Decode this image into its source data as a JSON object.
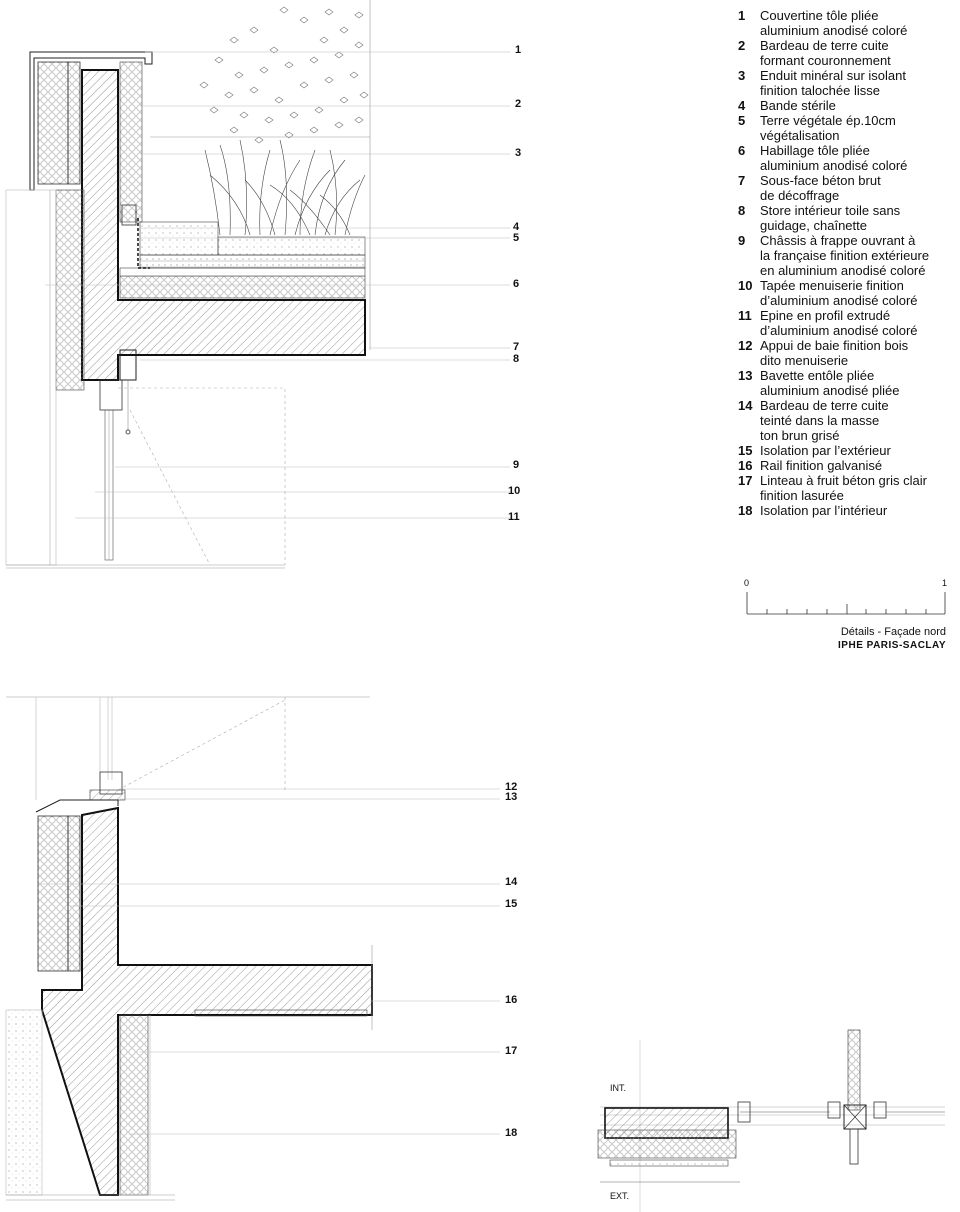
{
  "legend": [
    {
      "num": "1",
      "text": "Couvertine tôle pliée\naluminium anodisé coloré"
    },
    {
      "num": "2",
      "text": "Bardeau de terre cuite\nformant couronnement"
    },
    {
      "num": "3",
      "text": "Enduit minéral sur isolant\nfinition talochée lisse"
    },
    {
      "num": "4",
      "text": "Bande stérile"
    },
    {
      "num": "5",
      "text": "Terre végétale ép.10cm\nvégétalisation"
    },
    {
      "num": "6",
      "text": "Habillage tôle pliée\naluminium anodisé coloré"
    },
    {
      "num": "7",
      "text": "Sous-face béton brut\nde décoffrage"
    },
    {
      "num": "8",
      "text": "Store intérieur toile sans\nguidage, chaînette"
    },
    {
      "num": "9",
      "text": "Châssis à frappe ouvrant à\nla française finition extérieure\nen aluminium anodisé coloré"
    },
    {
      "num": "10",
      "text": "Tapée menuiserie finition\nd’aluminium anodisé coloré"
    },
    {
      "num": "11",
      "text": "Epine en profil extrudé\nd’aluminium anodisé coloré"
    },
    {
      "num": "12",
      "text": "Appui de baie finition bois\ndito menuiserie"
    },
    {
      "num": "13",
      "text": "Bavette entôle pliée\naluminium anodisé pliée"
    },
    {
      "num": "14",
      "text": "Bardeau de terre cuite\nteinté dans la masse\nton brun grisé"
    },
    {
      "num": "15",
      "text": "Isolation par l’extérieur"
    },
    {
      "num": "16",
      "text": "Rail finition galvanisé"
    },
    {
      "num": "17",
      "text": "Linteau à fruit béton gris clair\nfinition lasurée"
    },
    {
      "num": "18",
      "text": "Isolation par l’intérieur"
    }
  ],
  "callouts_top": [
    "1",
    "2",
    "3",
    "4",
    "5",
    "6",
    "7",
    "8",
    "9",
    "10",
    "11"
  ],
  "callouts_bottom": [
    "12",
    "13",
    "14",
    "15",
    "16",
    "17",
    "18"
  ],
  "scale": {
    "start": "0",
    "end": "1"
  },
  "caption": {
    "title": "Détails - Façade nord",
    "project": "IPHE PARIS-SACLAY"
  },
  "plan": {
    "int_label": "INT.",
    "ext_label": "EXT."
  }
}
